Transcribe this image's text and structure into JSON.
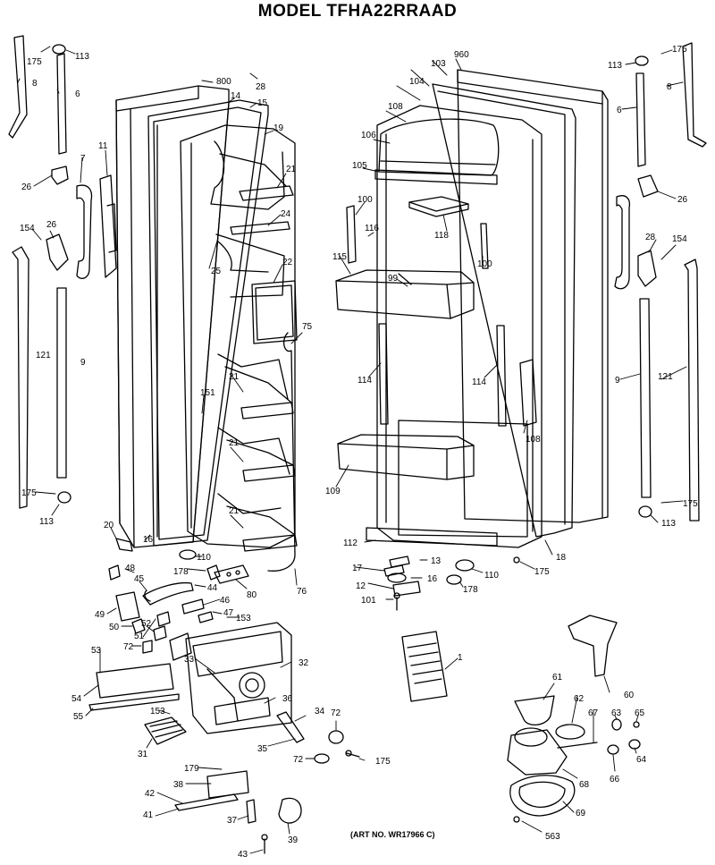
{
  "title": "MODEL TFHA22RRAAD",
  "art_number": "(ART NO. WR17966 C)",
  "colors": {
    "ink": "#000000",
    "background": "#ffffff"
  },
  "callouts": {
    "l175": "175",
    "l113": "113",
    "l8a": "8",
    "l6a": "6",
    "l800": "800",
    "l28": "28",
    "l14": "14",
    "l15": "15",
    "l19": "19",
    "l11": "11",
    "l7": "7",
    "l26a": "26",
    "l21a": "21",
    "l24": "24",
    "l154a": "154",
    "l25": "25",
    "l26b": "26",
    "l22": "22",
    "l121a": "121",
    "l9a": "9",
    "l75": "75",
    "l21b": "21",
    "l151": "151",
    "l21c": "21",
    "l21d": "21",
    "l175b": "175",
    "l113b": "113",
    "l20": "20",
    "l16": "16",
    "l110a": "110",
    "l178a": "178",
    "l80": "80",
    "l76": "76",
    "l48": "48",
    "l45": "45",
    "l44": "44",
    "l46": "46",
    "l49": "49",
    "l47": "47",
    "l153a": "153",
    "l50": "50",
    "l51": "51",
    "l52": "52",
    "l72a": "72",
    "l53": "53",
    "l33": "33",
    "l32": "32",
    "l54": "54",
    "l36": "36",
    "l55": "55",
    "l153b": "153",
    "l34": "34",
    "l72b": "72",
    "l31": "31",
    "l35": "35",
    "l72c": "72",
    "l175c": "175",
    "l179": "179",
    "l38": "38",
    "l42": "42",
    "l41": "41",
    "l37": "37",
    "l39": "39",
    "l43": "43",
    "r960": "960",
    "r103": "103",
    "r104": "104",
    "r108": "108",
    "r106": "106",
    "r105": "105",
    "r175": "175",
    "r113": "113",
    "r8": "8",
    "r6": "6",
    "r26": "26",
    "r28": "28",
    "r154": "154",
    "r100a": "100",
    "r116": "116",
    "r118": "118",
    "r100b": "100",
    "r115": "115",
    "r99": "99",
    "r114a": "114",
    "r114b": "114",
    "r9": "9",
    "r121": "121",
    "r109": "109",
    "r108b": "108",
    "r175b": "175",
    "r113b": "113",
    "r112": "112",
    "r18": "18",
    "r17": "17",
    "r13": "13",
    "r12": "12",
    "r16": "16",
    "r101": "101",
    "r110": "110",
    "r178": "178",
    "r175c": "175",
    "r1": "1",
    "r61": "61",
    "r60": "60",
    "r62": "62",
    "r67": "67",
    "r63": "63",
    "r65": "65",
    "r64": "64",
    "r66": "66",
    "r68": "68",
    "r69": "69",
    "r563": "563"
  }
}
